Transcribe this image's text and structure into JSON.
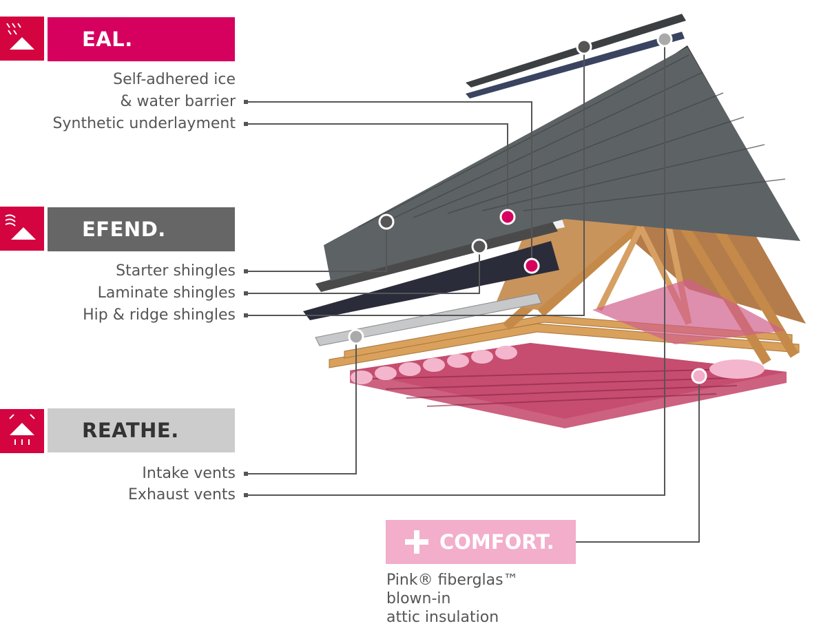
{
  "sections": {
    "seal": {
      "title": "EAL.",
      "bar_color": "#d6005f",
      "text_color": "#ffffff",
      "icon": "rain-roof-icon",
      "labels": [
        "Self-adhered ice",
        "& water barrier",
        "Synthetic underlayment"
      ]
    },
    "defend": {
      "title": "EFEND.",
      "bar_color": "#666666",
      "text_color": "#ffffff",
      "icon": "wind-roof-icon",
      "labels": [
        "Starter shingles",
        "Laminate shingles",
        "Hip & ridge shingles"
      ]
    },
    "breathe": {
      "title": "REATHE.",
      "bar_color": "#cccccc",
      "text_color": "#333333",
      "icon": "vent-arrows-roof-icon",
      "labels": [
        "Intake vents",
        "Exhaust vents"
      ]
    }
  },
  "comfort": {
    "plus": "+",
    "title": "COMFORT.",
    "bar_color": "#f2aeca",
    "lines": [
      "Pink® fiberglas™",
      "blown-in",
      "attic insulation"
    ]
  },
  "colors": {
    "icon_red": "#d3043f",
    "leader_line": "#555555",
    "marker_magenta": "#d6005f"
  }
}
